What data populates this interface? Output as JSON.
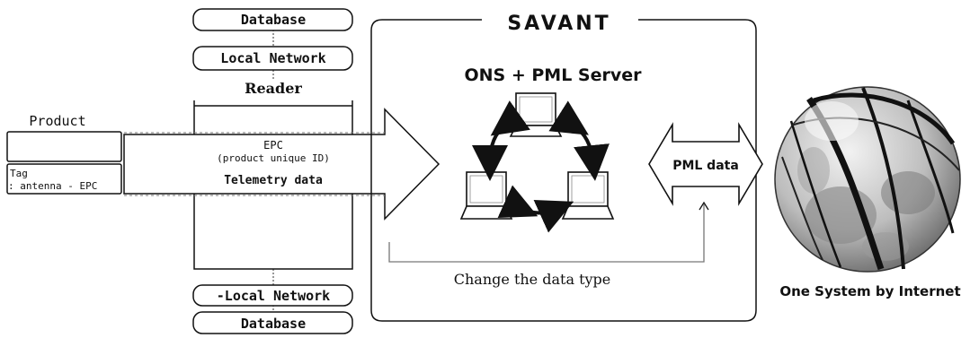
{
  "product": {
    "title": "Product",
    "tag_line1": "Tag",
    "tag_line2": ": antenna - EPC"
  },
  "reader_column": {
    "top_database": "Database",
    "top_network": "Local Network",
    "reader_label": "Reader",
    "epc_label": "EPC",
    "epc_sub": "(product unique ID)",
    "telemetry": "Telemetry data",
    "bottom_network": "-Local Network",
    "bottom_database": "Database"
  },
  "savant": {
    "title": "SAVANT",
    "server_label": "ONS + PML Server",
    "pml_data": "PML data",
    "change_label": "Change the data type"
  },
  "internet": {
    "label": "One System by Internet"
  },
  "colors": {
    "line": "#111111",
    "gray_line": "#777777",
    "globe_light": "#d8d8d8",
    "globe_dark": "#555555"
  }
}
